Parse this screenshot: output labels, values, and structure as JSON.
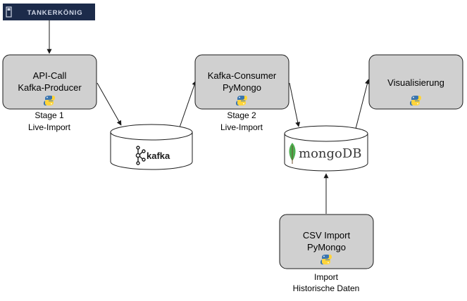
{
  "logo": {
    "text": "TANKERKÖNIG"
  },
  "nodes": {
    "producer": {
      "line1": "API-Call",
      "line2": "Kafka-Producer",
      "caption1": "Stage 1",
      "caption2": "Live-Import",
      "icon": "python-icon"
    },
    "consumer": {
      "line1": "Kafka-Consumer",
      "line2": "PyMongo",
      "caption1": "Stage 2",
      "caption2": "Live-Import",
      "icon": "python-icon"
    },
    "visual": {
      "line1": "Visualisierung",
      "icon": "python-icon"
    },
    "csv": {
      "line1": "CSV Import",
      "line2": "PyMongo",
      "caption1": "Import",
      "caption2": "Historische Daten",
      "icon": "python-icon"
    }
  },
  "stores": {
    "kafka": {
      "label": "kafka",
      "icon": "kafka-icon"
    },
    "mongodb": {
      "label": "mongoDB",
      "icon": "leaf-icon"
    }
  },
  "colors": {
    "box_fill": "#d0d0d0",
    "stroke": "#1a1a1a",
    "logo_bg": "#1c2b4a",
    "python_blue": "#3a75b0",
    "python_yellow": "#ffd43b",
    "mongo_green": "#4caf50"
  }
}
